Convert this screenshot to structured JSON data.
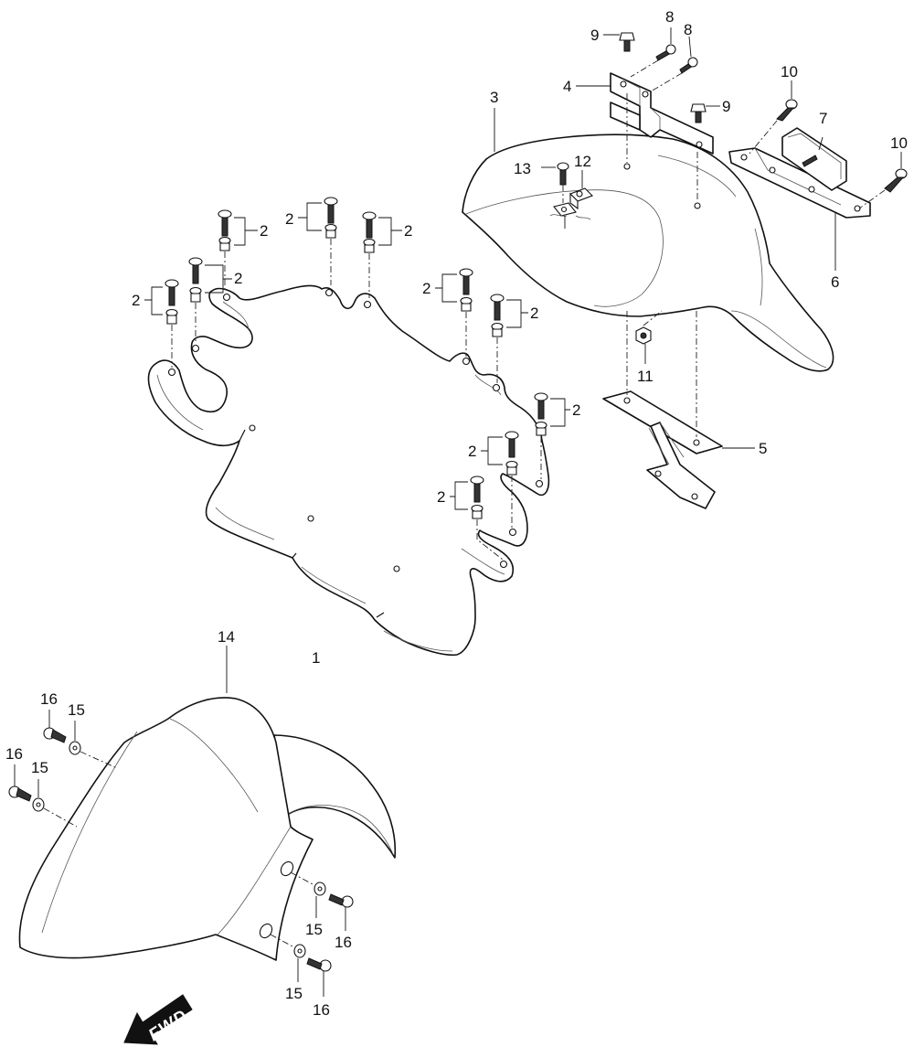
{
  "direction_arrow": {
    "label": "FWD"
  },
  "callouts": {
    "p1": "1",
    "p2": "2",
    "p3": "3",
    "p4": "4",
    "p5": "5",
    "p6": "6",
    "p7": "7",
    "p8": "8",
    "p9": "9",
    "p10": "10",
    "p11": "11",
    "p12": "12",
    "p13": "13",
    "p14": "14",
    "p15": "15",
    "p16": "16"
  },
  "colors": {
    "line": "#111111",
    "background": "#ffffff"
  }
}
